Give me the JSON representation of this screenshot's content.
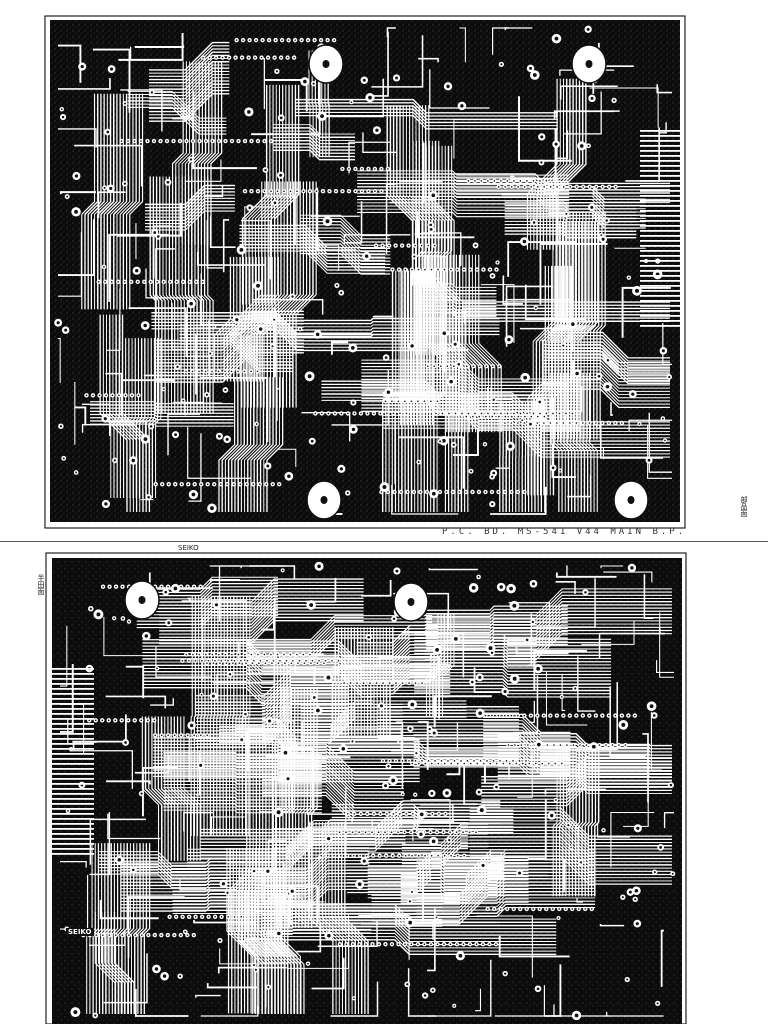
{
  "title": "",
  "panels": [
    {
      "id": "top",
      "side": "component side"
    },
    {
      "id": "bottom",
      "side": "solder side"
    }
  ],
  "caption": "P.C. BD. MS-541 V44 MAIN B.P.",
  "marks": {
    "top_side": "部品面",
    "bottom_side": "半田面",
    "sticker": "SEIKO",
    "board_tag": "SEIKO"
  },
  "colors": {
    "copper_fill": "#0b0b0b",
    "trace": "#ffffff",
    "paper": "#ffffff"
  }
}
